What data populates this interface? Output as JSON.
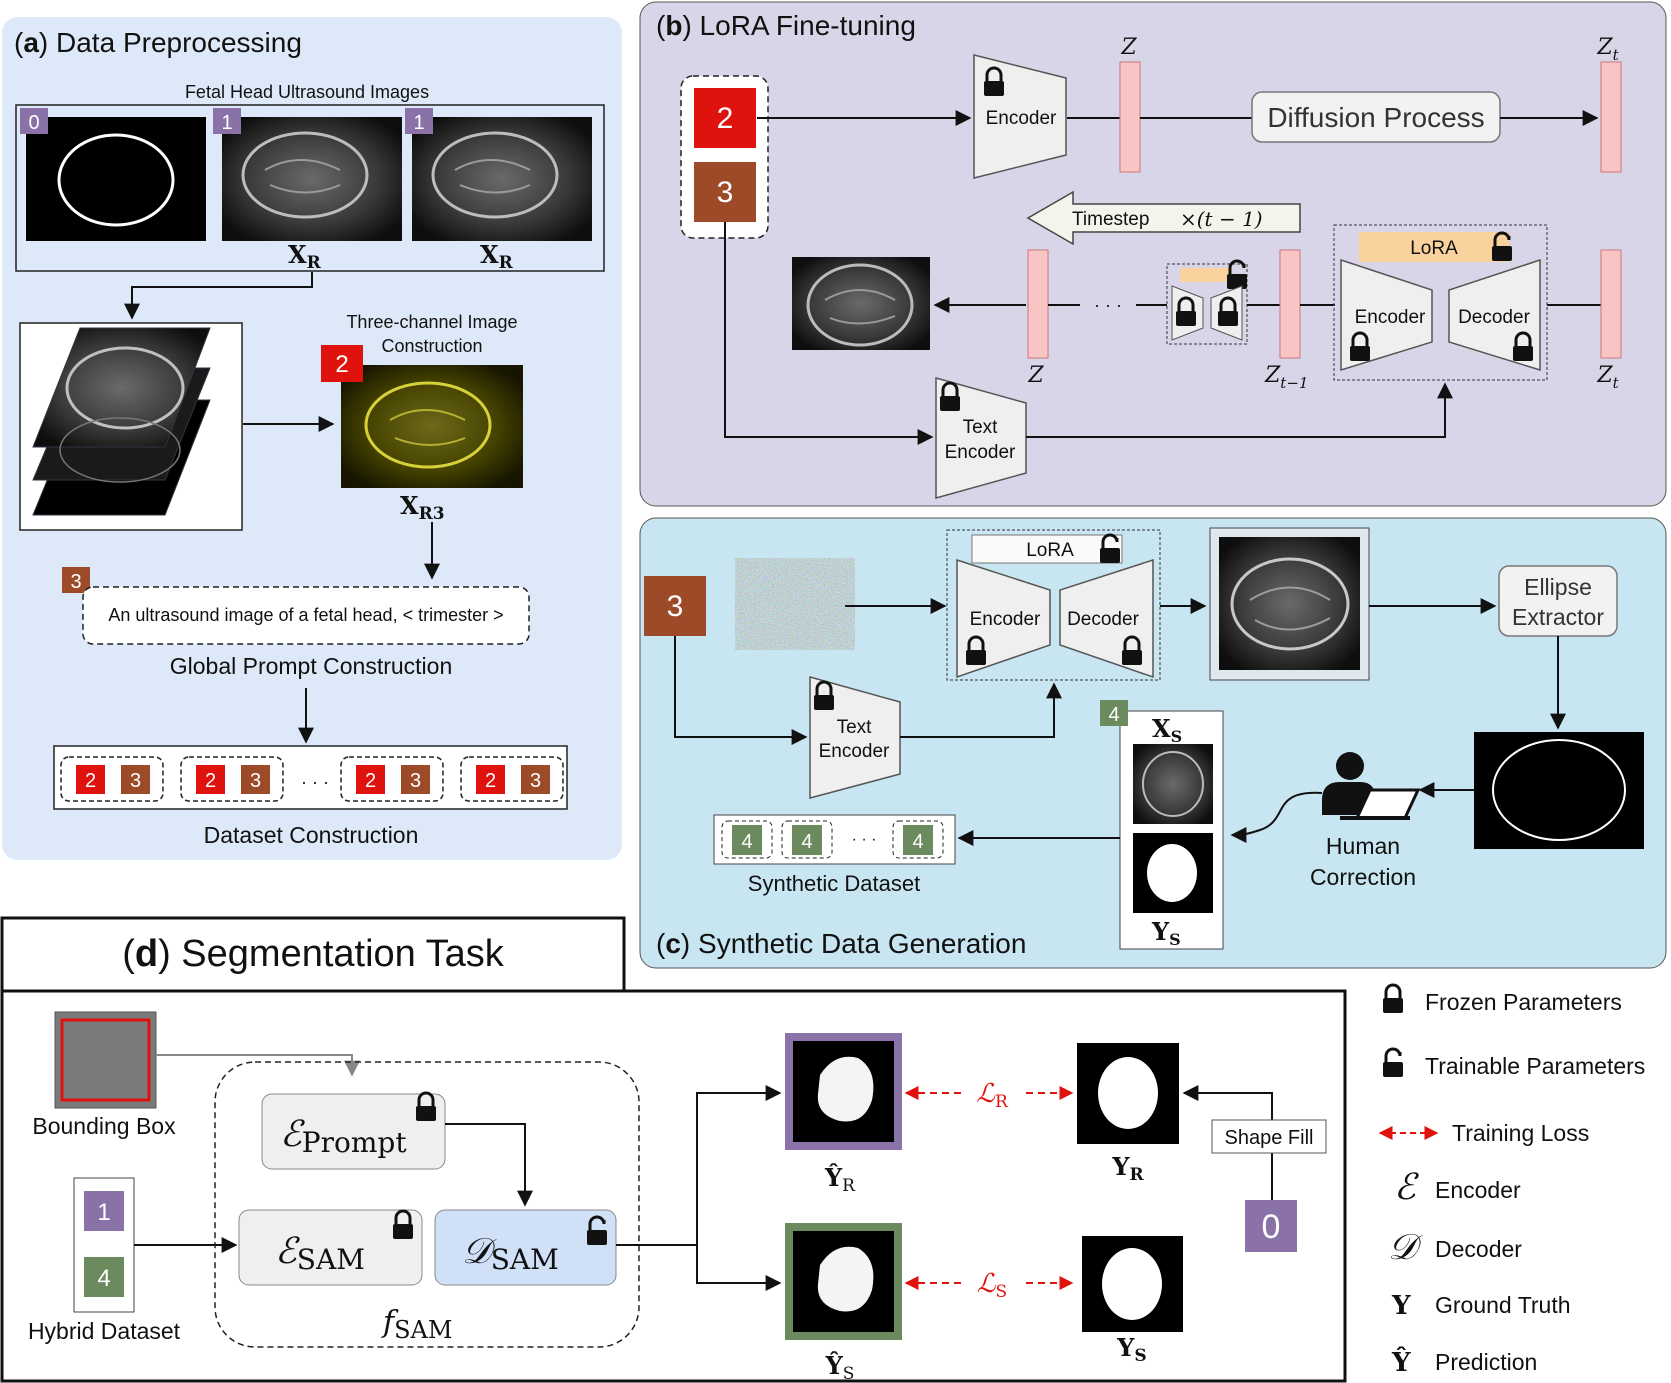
{
  "panel_a": {
    "title_letter": "a",
    "title": "Data Preprocessing",
    "images_label": "Fetal Head Ultrasound Images",
    "badges": [
      "0",
      "1",
      "1"
    ],
    "xr_label": "X",
    "xr_sub": "R",
    "three_channel_label_1": "Three-channel Image",
    "three_channel_label_2": "Construction",
    "badge2": "2",
    "xr3_label": "X",
    "xr3_sub": "R3",
    "badge3": "3",
    "prompt_text": "An ultrasound image of a fetal head, < trimester >",
    "global_prompt": "Global Prompt Construction",
    "pair_badges": [
      "2",
      "3"
    ],
    "ellipsis": "· · ·",
    "dataset_construction": "Dataset Construction"
  },
  "panel_b": {
    "title_letter": "b",
    "title": "LoRA Fine-tuning",
    "badge2": "2",
    "badge3": "3",
    "encoder": "Encoder",
    "z": "Z",
    "zt": "Z",
    "zt_sub": "t",
    "ztm1_sub": "t−1",
    "diffusion": "Diffusion Process",
    "timestep": "Timestep",
    "times": "×(t − 1)",
    "lora": "LoRA",
    "decoder": "Decoder",
    "text_encoder_1": "Text",
    "text_encoder_2": "Encoder",
    "ellipsis": "· · ·"
  },
  "panel_c": {
    "title_letter": "c",
    "title": "Synthetic Data Generation",
    "badge3": "3",
    "lora": "LoRA",
    "encoder": "Encoder",
    "decoder": "Decoder",
    "text_encoder_1": "Text",
    "text_encoder_2": "Encoder",
    "ellipse_1": "Ellipse",
    "ellipse_2": "Extractor",
    "badge4": "4",
    "xs": "X",
    "xs_sub": "S",
    "ys": "Y",
    "ys_sub": "S",
    "human_1": "Human",
    "human_2": "Correction",
    "synthetic_dataset": "Synthetic Dataset",
    "ellipsis": "· · ·"
  },
  "panel_d": {
    "title_letter": "d",
    "title": "Segmentation Task",
    "bounding_box": "Bounding Box",
    "hybrid_dataset": "Hybrid Dataset",
    "badge1": "1",
    "badge4": "4",
    "e": "ℰ",
    "d": "𝒟",
    "prompt_sub": "Prompt",
    "sam_sub": "SAM",
    "f": "f",
    "lr": "ℒ",
    "lr_sub": "R",
    "ls": "ℒ",
    "ls_sub": "S",
    "yhat": "Ŷ",
    "y": "Y",
    "r": "R",
    "s": "S",
    "shape_fill": "Shape Fill",
    "badge0": "0"
  },
  "legend": {
    "frozen": "Frozen Parameters",
    "trainable": "Trainable Parameters",
    "loss": "Training Loss",
    "encoder_sym": "ℰ",
    "encoder": "Encoder",
    "decoder_sym": "𝒟",
    "decoder": "Decoder",
    "gt_sym": "Y",
    "gt": "Ground Truth",
    "pred_sym": "Ŷ",
    "pred": "Prediction"
  },
  "colors": {
    "panel_a_bg": "#dde9f8",
    "panel_b_bg": "#d9d5e8",
    "panel_c_bg": "#c8e6f2",
    "badge0_1": "#8a72a8",
    "badge2": "#e0120e",
    "badge3": "#9c4a28",
    "badge4": "#6b8a5e",
    "lora": "#f9d29d",
    "latent": "#f7c6c4",
    "loss": "#e0120e",
    "decoder_block": "#cfe0f7"
  }
}
